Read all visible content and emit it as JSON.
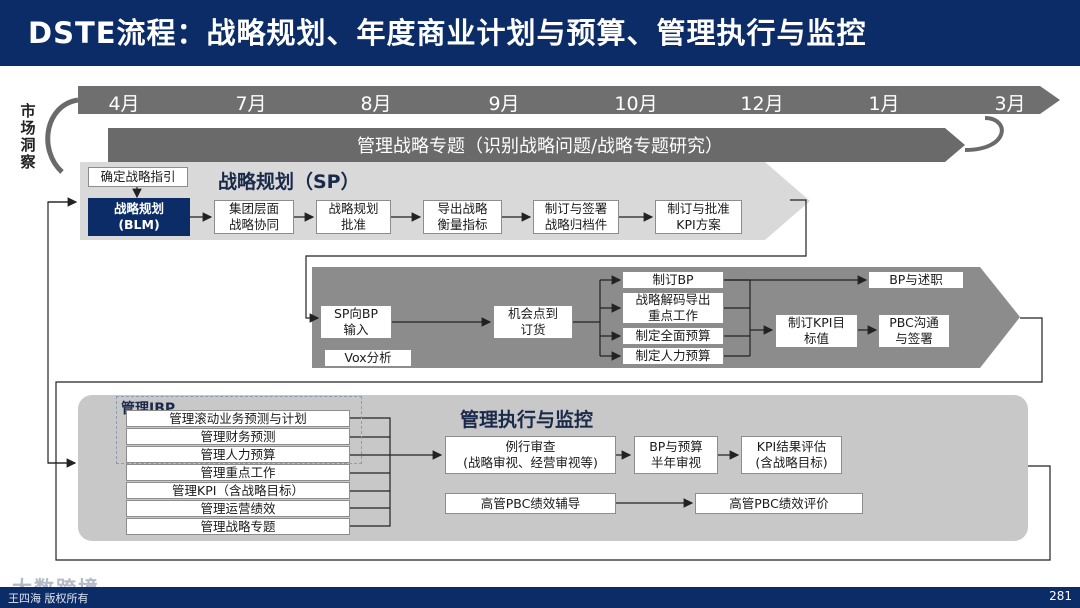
{
  "title": "DSTE流程：战略规划、年度商业计划与预算、管理执行与监控",
  "timeline": [
    "4月",
    "7月",
    "8月",
    "9月",
    "10月",
    "12月",
    "1月",
    "3月"
  ],
  "market_insight": "市场洞察",
  "topic_arrow": "管理战略专题（识别战略问题/战略专题研究）",
  "sp": {
    "title": "战略规划（SP）",
    "guideline": "确定战略指引",
    "blm": "战略规划\n(BLM)",
    "steps": [
      "集团层面\n战略协同",
      "战略规划\n批准",
      "导出战略\n衡量指标",
      "制订与签署\n战略归档件",
      "制订与批准\nKPI方案"
    ]
  },
  "bp": {
    "sp_to_bp": "SP向BP\n输入",
    "vox": "Vox分析",
    "opportunity": "机会点到\n订货",
    "parallel": [
      "制订BP",
      "战略解码导出\n重点工作",
      "制定全面预算",
      "制定人力预算"
    ],
    "kpi": "制订KPI目\n标值",
    "bp_report": "BP与述职",
    "pbc": "PBC沟通\n与签署"
  },
  "exec": {
    "title": "管理执行与监控",
    "ibp_title": "管理IBP",
    "list": [
      "管理滚动业务预测与计划",
      "管理财务预测",
      "管理人力预算",
      "管理重点工作",
      "管理KPI（含战略目标）",
      "管理运营绩效",
      "管理战略专题"
    ],
    "review": "例行审查\n(战略审视、经营审视等)",
    "half_year": "BP与预算\n半年审视",
    "kpi_eval": "KPI结果评估\n(含战略目标)",
    "pbc_coach": "高管PBC绩效辅导",
    "pbc_eval": "高管PBC绩效评价"
  },
  "footer": {
    "left": "王四海 版权所有",
    "page": "281",
    "watermark": "大数跨境"
  }
}
